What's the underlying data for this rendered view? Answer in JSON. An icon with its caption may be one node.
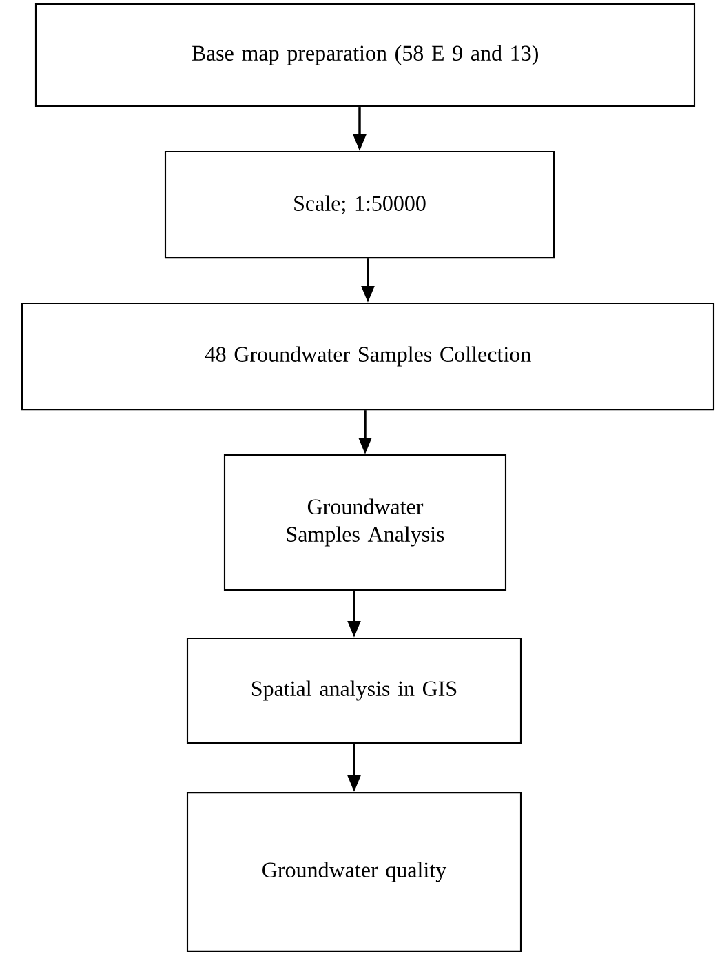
{
  "diagram": {
    "nodes": [
      {
        "text": [
          "Base map preparation (58 E 9 and 13)"
        ]
      },
      {
        "text": [
          "Scale; 1:50000"
        ]
      },
      {
        "text": [
          "48 Groundwater Samples Collection"
        ]
      },
      {
        "text": [
          "Groundwater Samples Analysis"
        ]
      },
      {
        "text": [
          "Spatial analysis in GIS"
        ]
      },
      {
        "text": [
          "Groundwater quality"
        ]
      }
    ],
    "edges": [
      {
        "from": 0,
        "to": 1,
        "arrow": "to"
      },
      {
        "from": 1,
        "to": 2,
        "arrow": "to"
      },
      {
        "from": 2,
        "to": 3,
        "arrow": "to"
      },
      {
        "from": 3,
        "to": 4,
        "arrow": "to"
      },
      {
        "from": 4,
        "to": 5,
        "arrow": "to"
      }
    ]
  }
}
